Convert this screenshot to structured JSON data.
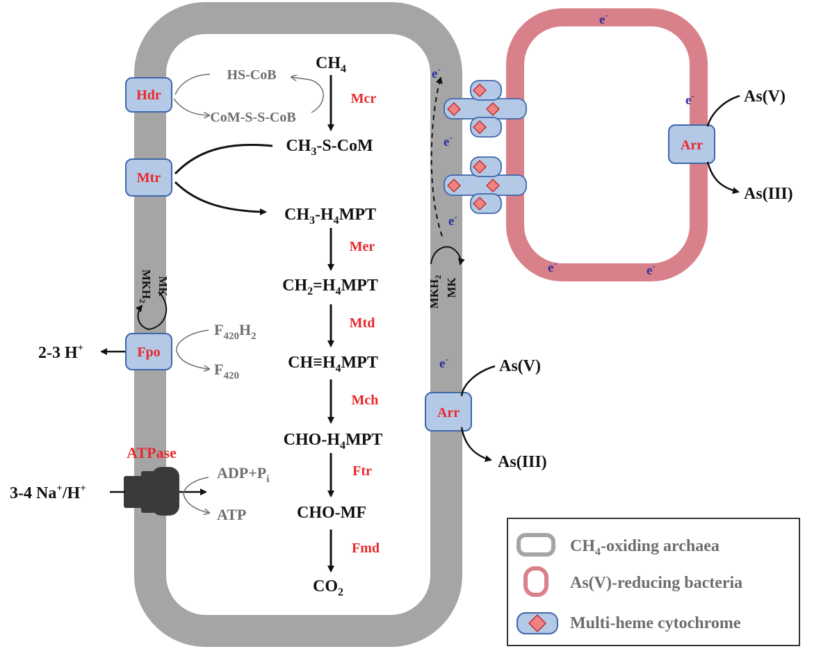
{
  "labels": {
    "ch4": "CH",
    "ch4_sub": "4",
    "hs_cob": "HS-CoB",
    "com_ss_cob": "CoM-S-S-CoB",
    "ch3_scom_a": "CH",
    "ch3_scom_sub": "3",
    "ch3_scom_b": "-S-CoM",
    "ch3_h4mpt_a": "CH",
    "ch3_h4mpt_sub1": "3",
    "ch3_h4mpt_b": "-H",
    "ch3_h4mpt_sub2": "4",
    "ch3_h4mpt_c": "MPT",
    "ch2_h4mpt_a": "CH",
    "ch2_h4mpt_sub1": "2",
    "ch2_h4mpt_b": "=H",
    "ch2_h4mpt_sub2": "4",
    "ch2_h4mpt_c": "MPT",
    "ch_h4mpt_a": "CH≡H",
    "ch_h4mpt_sub": "4",
    "ch_h4mpt_b": "MPT",
    "cho_h4mpt_a": "CHO-H",
    "cho_h4mpt_sub": "4",
    "cho_h4mpt_b": "MPT",
    "cho_mf": "CHO-MF",
    "co2": "CO",
    "co2_sub": "2",
    "f420h2_a": "F",
    "f420h2_sub1": "420",
    "f420h2_b": "H",
    "f420h2_sub2": "2",
    "f420_a": "F",
    "f420_sub": "420",
    "adp_a": "ADP+P",
    "adp_sub": "i",
    "atp": "ATP",
    "protons_out": "2-3 H",
    "protons_sup": "+",
    "sodium_in_a": "3-4 Na",
    "sodium_sup1": "+",
    "sodium_in_b": "/H",
    "sodium_sup2": "+",
    "mk": "MK",
    "mkh2_a": "MKH",
    "mkh2_sub": "2",
    "electron": "e",
    "electron_sup": "-",
    "as_v": "As(V)",
    "as_iii": "As(III)"
  },
  "enzymes": {
    "hdr": "Hdr",
    "mtr": "Mtr",
    "fpo": "Fpo",
    "arr": "Arr",
    "mcr": "Mcr",
    "mer": "Mer",
    "mtd": "Mtd",
    "mch": "Mch",
    "ftr": "Ftr",
    "fmd": "Fmd",
    "atpase": "ATPase"
  },
  "legend": {
    "archaea_a": "CH",
    "archaea_sub": "4",
    "archaea_b": "-oxiding archaea",
    "bacteria": "As(V)-reducing bacteria",
    "cytochrome": "Multi-heme cytochrome"
  },
  "colors": {
    "archaea_membrane": "#a5a5a5",
    "bacteria_membrane": "#d9818a",
    "protein_fill": "#b4c9e6",
    "protein_stroke": "#3e66aa",
    "heme_fill": "#f08282",
    "heme_stroke": "#b8282a",
    "enzyme_text": "#e8282a",
    "metabolite_text": "#111111",
    "cofactor_text": "#6d6d6d",
    "electron_text": "#2b2f9e",
    "atpase_fill": "#3a3a3a"
  }
}
